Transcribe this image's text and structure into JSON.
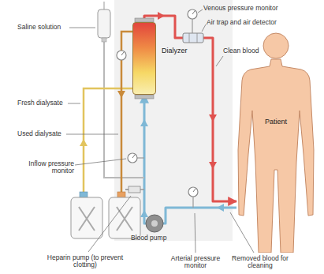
{
  "diagram": {
    "nodes": [
      {
        "text": [
          "Dialyzer"
        ]
      },
      {
        "text": [
          "Patient"
        ]
      }
    ],
    "edges": [
      {
        "from": 0,
        "to": 1,
        "arrow": "to"
      },
      {
        "from": 1,
        "to": 0,
        "arrow": "to"
      }
    ],
    "labels": [
      "Venous pressure monitor",
      "Air trap and air detector",
      "Clean blood",
      "Saline solution",
      "Fresh dialysate",
      "Used dialysate",
      "Inflow pressure monitor",
      "Heparin pump (to prevent clotting)",
      "Blood pump",
      "Arterial pressure monitor",
      "Removed blood for cleaning"
    ]
  }
}
